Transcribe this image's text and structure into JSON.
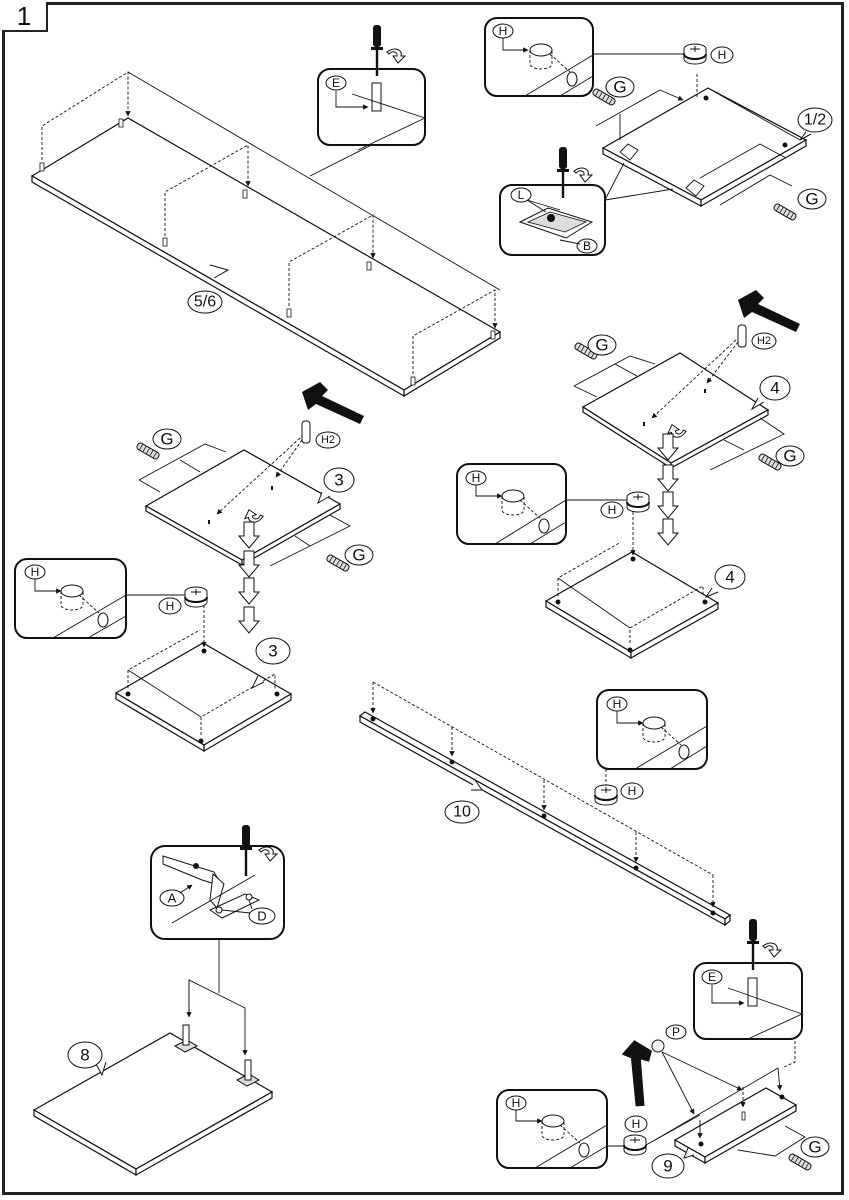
{
  "step": {
    "number": "1"
  },
  "parts": {
    "top_panel": "5/6",
    "side_panel_pair": "1/2",
    "shelf_left": "3",
    "shelf_right": "4",
    "rail": "10",
    "door": "8",
    "plinth": "9"
  },
  "hardware": {
    "cam_bolt": "E",
    "cam_lock": "H",
    "dowel": "G",
    "shelf_pin": "H2",
    "mounting_plate": "L",
    "mounting_plate_base": "B",
    "hinge": "A",
    "hinge_screws": "D",
    "cap": "P"
  },
  "callouts": [
    {
      "id": "cam-bolt-detail-top",
      "labels": [
        "E"
      ],
      "tool": "screwdriver"
    },
    {
      "id": "cam-lock-detail-side",
      "labels": [
        "H"
      ]
    },
    {
      "id": "mounting-plate-detail",
      "labels": [
        "L",
        "B"
      ],
      "tool": "screwdriver"
    },
    {
      "id": "cam-lock-detail-shelf4",
      "labels": [
        "H"
      ]
    },
    {
      "id": "cam-lock-detail-shelf3",
      "labels": [
        "H"
      ]
    },
    {
      "id": "cam-lock-detail-rail",
      "labels": [
        "H"
      ]
    },
    {
      "id": "hinge-detail",
      "labels": [
        "A",
        "D"
      ],
      "tool": "screwdriver"
    },
    {
      "id": "cam-bolt-detail-plinth",
      "labels": [
        "E"
      ],
      "tool": "screwdriver"
    },
    {
      "id": "cam-lock-detail-plinth",
      "labels": [
        "H"
      ]
    }
  ],
  "colors": {
    "line": "#111111",
    "background": "#ffffff"
  }
}
